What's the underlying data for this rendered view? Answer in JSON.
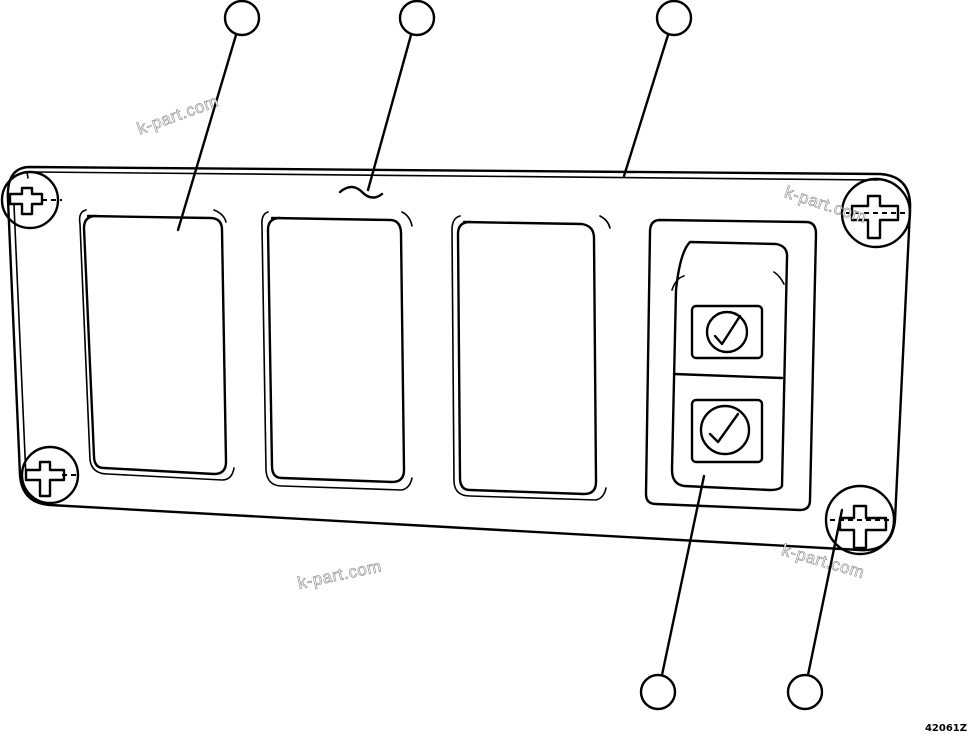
{
  "diagram": {
    "type": "parts-illustration",
    "subject": "switch panel with four switch openings, two rocker switches, four mounting screws",
    "figure_id": "42061Z",
    "callouts": [
      {
        "id": "callout-1",
        "label": "",
        "target": "left-blank-opening"
      },
      {
        "id": "callout-2",
        "label": "",
        "target": "panel-plate"
      },
      {
        "id": "callout-3",
        "label": "",
        "target": "panel-plate-top-edge"
      },
      {
        "id": "callout-4",
        "label": "",
        "target": "rocker-switch"
      },
      {
        "id": "callout-5",
        "label": "",
        "target": "mounting-screw"
      }
    ],
    "switches": [
      {
        "position": "upper",
        "symbol": "checkmark-circle"
      },
      {
        "position": "lower",
        "symbol": "checkmark-circle"
      }
    ],
    "screws": [
      "top-left",
      "top-right",
      "bottom-left",
      "bottom-right"
    ],
    "colors": {
      "line": "#000000",
      "background": "#ffffff",
      "watermark": "#8a8a8a"
    }
  },
  "watermarks": [
    {
      "text": "k-part.com"
    },
    {
      "text": "k-part.com"
    },
    {
      "text": "k-part.com"
    },
    {
      "text": "k-part.com"
    }
  ]
}
